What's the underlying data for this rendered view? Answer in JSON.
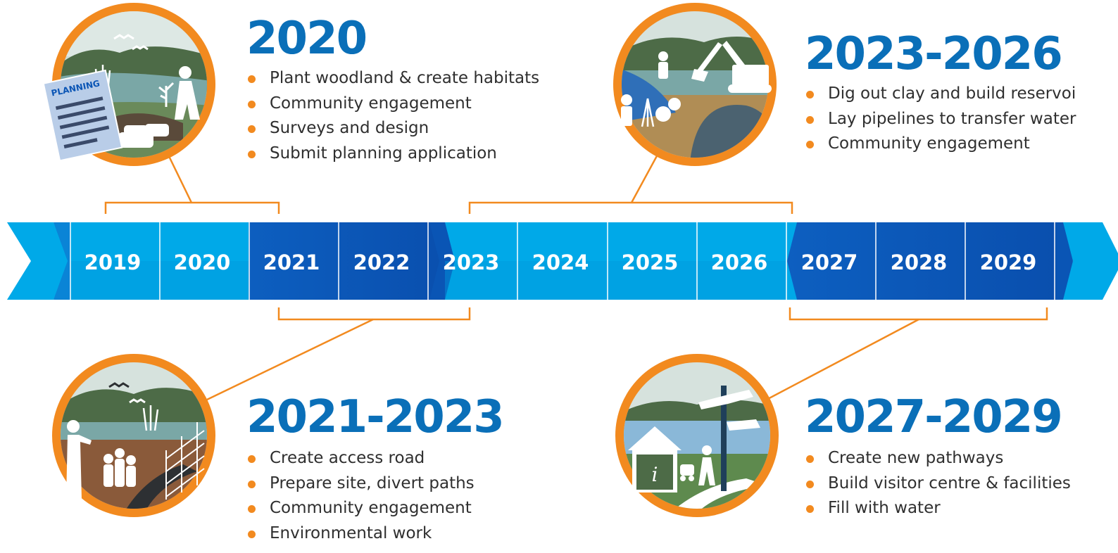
{
  "timeline": {
    "years": [
      "2019",
      "2020",
      "2021",
      "2022",
      "2023",
      "2024",
      "2025",
      "2026",
      "2027",
      "2028",
      "2029"
    ],
    "colors": {
      "light_blue": "#00a9e8",
      "dark_blue": "#0a55b5",
      "accent_orange": "#f28a1f",
      "title_blue": "#0a6fb8",
      "text": "#2f2f2f"
    }
  },
  "phases": [
    {
      "title": "2020",
      "items": [
        "Plant woodland & create habitats",
        "Community engagement",
        "Surveys and design",
        "Submit planning application"
      ]
    },
    {
      "title": "2023-2026",
      "items": [
        "Dig out clay and build reservoi",
        "Lay pipelines to transfer water",
        "Community engagement"
      ]
    },
    {
      "title": "2021-2023",
      "items": [
        "Create access road",
        "Prepare site, divert paths",
        "Community engagement",
        "Environmental work"
      ]
    },
    {
      "title": "2027-2029",
      "items": [
        "Create new pathways",
        "Build visitor centre & facilities",
        "Fill with water"
      ]
    }
  ],
  "illustrations": {
    "planning": {
      "sign_text": "PLANNING",
      "icon": "planning-woodland-illustration"
    },
    "construction": {
      "icon": "excavator-construction-illustration"
    },
    "access": {
      "icon": "access-road-fence-illustration"
    },
    "visitor": {
      "icon": "visitor-centre-signpost-illustration"
    }
  }
}
